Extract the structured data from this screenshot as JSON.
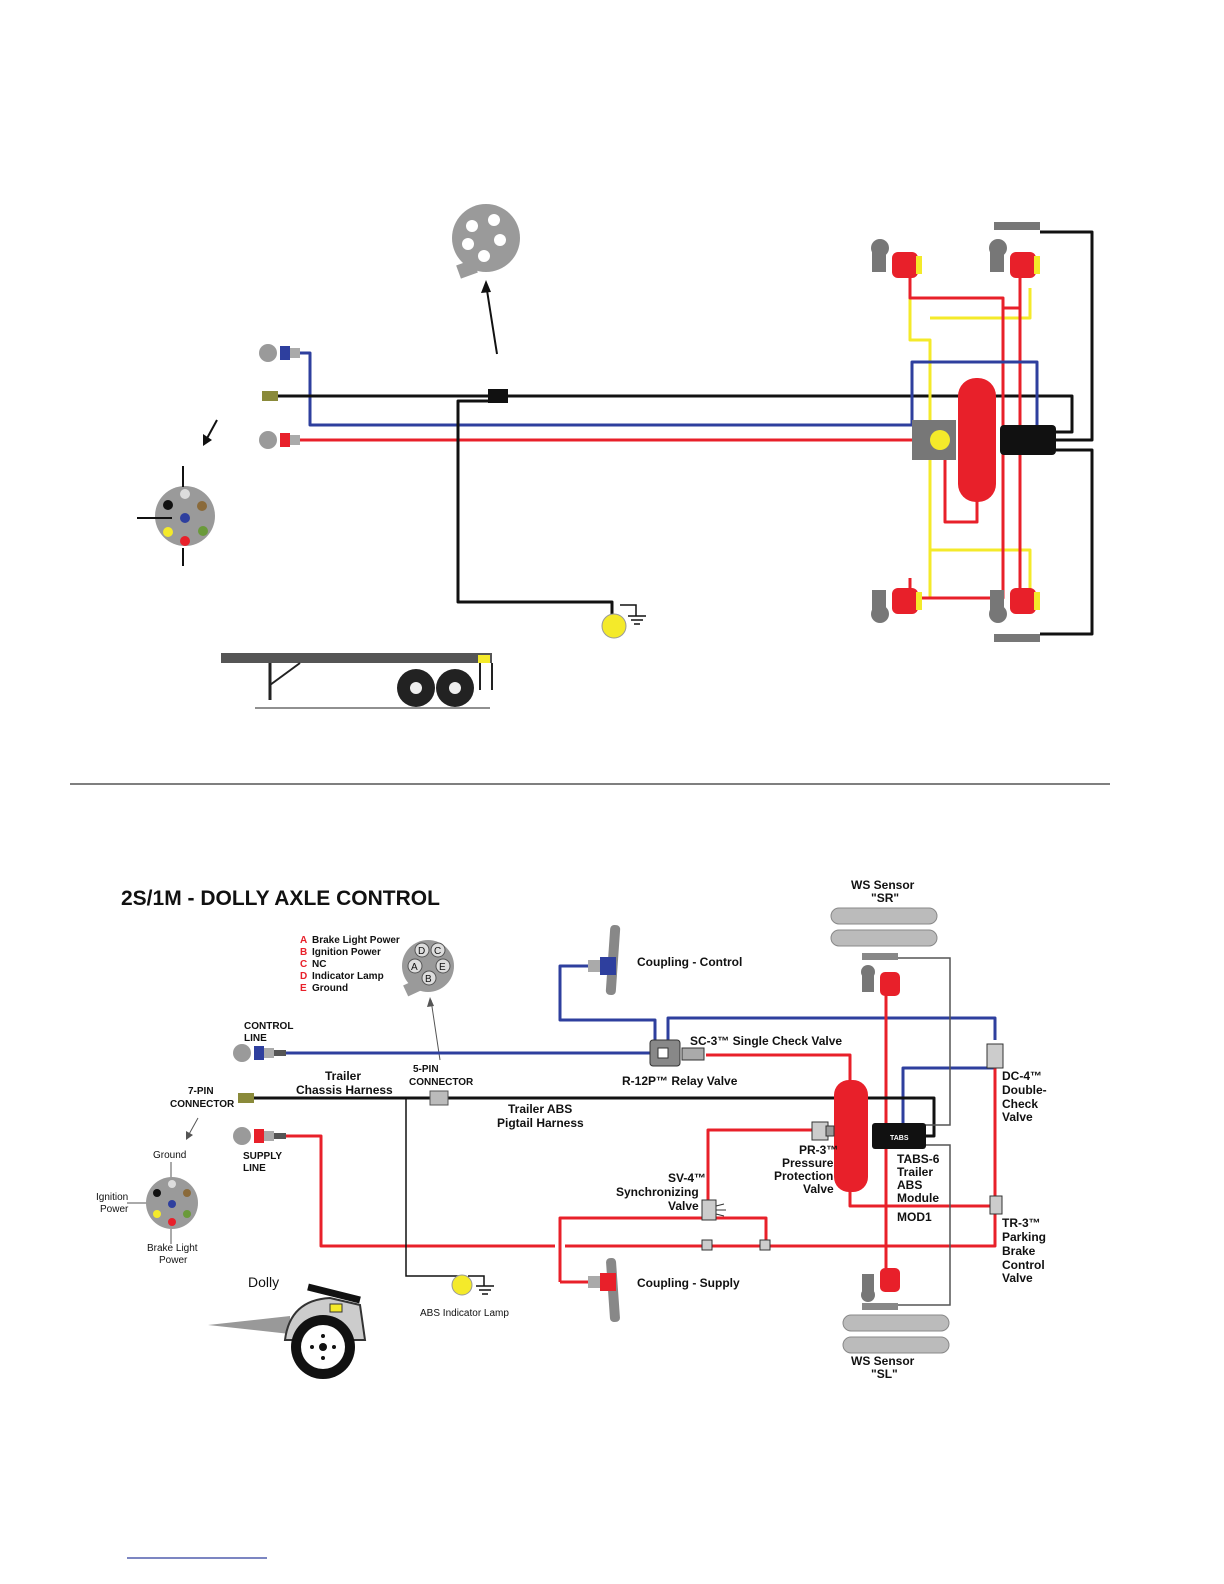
{
  "bottom": {
    "title": "2S/1M - DOLLY AXLE CONTROL",
    "legend": [
      {
        "letter": "A",
        "text": "Brake Light Power"
      },
      {
        "letter": "B",
        "text": "Ignition Power"
      },
      {
        "letter": "C",
        "text": "NC"
      },
      {
        "letter": "D",
        "text": "Indicator Lamp"
      },
      {
        "letter": "E",
        "text": "Ground"
      }
    ],
    "pin_letters": [
      "D",
      "C",
      "A",
      "E",
      "B"
    ],
    "labels": {
      "control_line_1": "CONTROL",
      "control_line_2": "LINE",
      "five_pin_1": "5-PIN",
      "five_pin_2": "CONNECTOR",
      "trailer_1": "Trailer",
      "trailer_2": "Chassis Harness",
      "seven_pin_1": "7-PIN",
      "seven_pin_2": "CONNECTOR",
      "pigtail_1": "Trailer ABS",
      "pigtail_2": "Pigtail Harness",
      "supply_1": "SUPPLY",
      "supply_2": "LINE",
      "ground": "Ground",
      "ignition_1": "Ignition",
      "ignition_2": "Power",
      "brake_light_1": "Brake Light",
      "brake_light_2": "Power",
      "dolly": "Dolly",
      "abs_lamp": "ABS Indicator Lamp",
      "coupling_control": "Coupling - Control",
      "coupling_supply": "Coupling - Supply",
      "sc3": "SC-3™ Single Check Valve",
      "r12p": "R-12P™ Relay Valve",
      "pr3_1": "PR-3™",
      "pr3_2": "Pressure",
      "pr3_3": "Protection",
      "pr3_4": "Valve",
      "sv4_1": "SV-4™",
      "sv4_2": "Synchronizing",
      "sv4_3": "Valve",
      "tabs_chip": "TABS",
      "tabs6_1": "TABS-6",
      "tabs6_2": "Trailer",
      "tabs6_3": "ABS",
      "tabs6_4": "Module",
      "mod1": "MOD1",
      "ws_sr_1": "WS Sensor",
      "ws_sr_2": "\"SR\"",
      "ws_sl_1": "WS Sensor",
      "ws_sl_2": "\"SL\"",
      "dc4_1": "DC-4™",
      "dc4_2": "Double-",
      "dc4_3": "Check",
      "dc4_4": "Valve",
      "tr3_1": "TR-3™",
      "tr3_2": "Parking",
      "tr3_3": "Brake",
      "tr3_4": "Control",
      "tr3_5": "Valve"
    }
  },
  "colors": {
    "supply": "#e8202a",
    "control": "#2e3f9e",
    "delivery": "#f4ea2a",
    "harness": "#111111",
    "tank": "#e8202a",
    "component_gray": "#9a9a9a"
  }
}
